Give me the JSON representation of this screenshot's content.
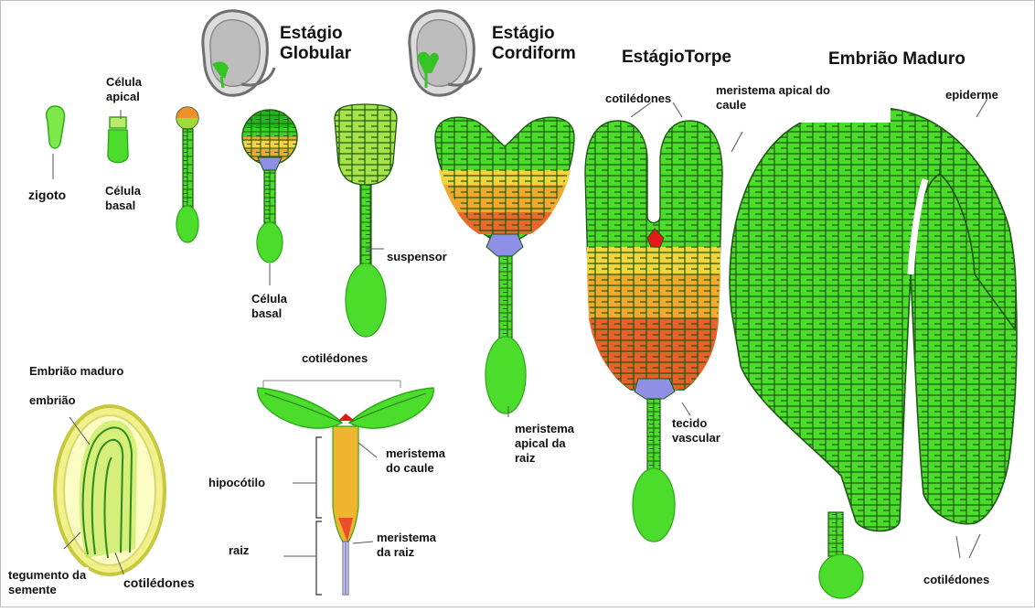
{
  "colors": {
    "green": "#4cdc2c",
    "green_dark": "#2eab1a",
    "light_green": "#b7e67a",
    "yellow": "#f7c843",
    "orange": "#f08a2e",
    "red_orange": "#e84f2a",
    "meristem_blue": "#8f8fe6",
    "meristem_red": "#e31919",
    "cell_line": "#1d5a12",
    "seed_yellow": "#f2f08a"
  },
  "stages": {
    "globular": "Estágio\nGlobular",
    "cordiform": "Estágio\nCordiform",
    "torpe": "EstágioTorpe",
    "mature": "Embrião Maduro"
  },
  "labels": {
    "celula_apical": "Célula\napical",
    "zigoto": "zigoto",
    "celula_basal_1": "Célula\nbasal",
    "celula_basal_2": "Célula\nbasal",
    "suspensor": "suspensor",
    "cotiledones_top": "cotilédones",
    "meristema_apical_caule": "meristema apical do\ncaule",
    "epiderme": "epiderme",
    "embriao_maduro": "Embrião maduro",
    "embriao": "embrião",
    "tegumento": "tegumento da\nsemente",
    "cotiledones_seed": "cotilédones",
    "cotiledones_seedling": "cotilédones",
    "hipocotilo": "hipocótilo",
    "meristema_caule": "meristema\ndo caule",
    "raiz": "raiz",
    "meristema_raiz_seedling": "meristema\nda raiz",
    "meristema_apical_raiz": "meristema\napical  da\nraiz",
    "tecido_vascular": "tecido\nvascular",
    "cotiledones_bottom": "cotilédones"
  }
}
